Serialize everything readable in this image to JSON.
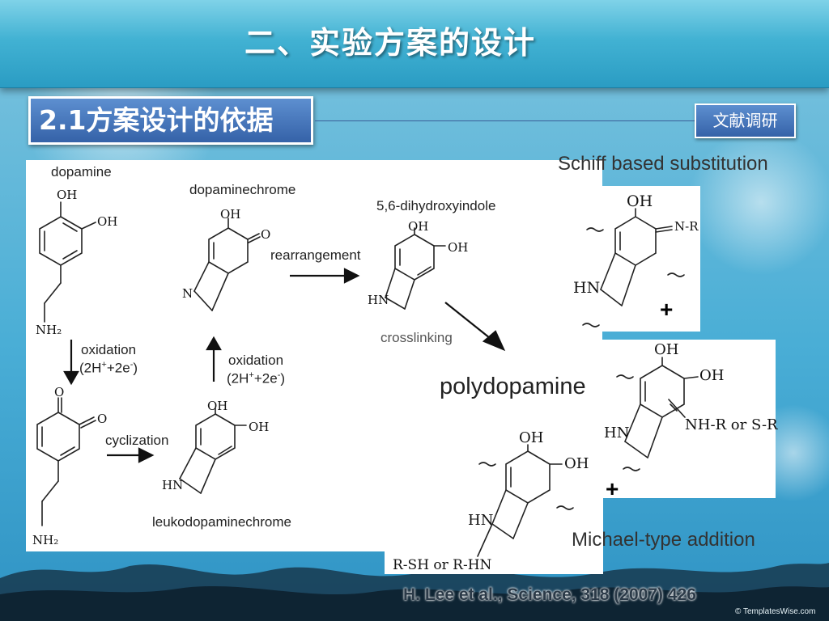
{
  "slide": {
    "title": "二、实验方案的设计",
    "section_label": "2.1方案设计的依据",
    "tag_label": "文献调研",
    "citation": "H. Lee et al., Science, 318 (2007) 426",
    "watermark": "© TemplatesWise.com"
  },
  "scheme": {
    "dopamine": "dopamine",
    "dopaminechrome": "dopaminechrome",
    "dihydroxyindole": "5,6-dihydroxyindole",
    "rearrangement": "rearrangement",
    "crosslinking": "crosslinking",
    "polydopamine": "polydopamine",
    "oxidation_down": "oxidation",
    "oxidation_up": "oxidation",
    "electrons": "(2H+ +2e-)",
    "cyclization": "cyclization",
    "leuko": "leukodopaminechrome",
    "schiff": "Schiff based substitution",
    "michael": "Michael-type addition",
    "plus": "+",
    "atoms": {
      "oh": "OH",
      "o": "O",
      "n": "N",
      "hn": "HN",
      "nh2": "NH₂",
      "nr": "N-R",
      "nhr_sr": "NH-R or S-R",
      "rsh_rhn": "R-SH or R-HN"
    }
  }
}
